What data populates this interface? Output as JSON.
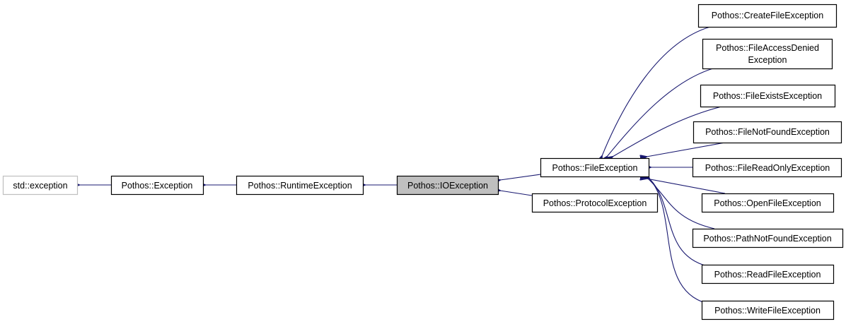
{
  "diagram": {
    "type": "inheritance",
    "nodes": {
      "std_exception": "std::exception",
      "exception": "Pothos::Exception",
      "runtime": "Pothos::RuntimeException",
      "io": "Pothos::IOException",
      "file": "Pothos::FileException",
      "protocol": "Pothos::ProtocolException",
      "create_file": "Pothos::CreateFileException",
      "file_access_denied_1": "Pothos::FileAccessDenied",
      "file_access_denied_2": "Exception",
      "file_exists": "Pothos::FileExistsException",
      "file_not_found": "Pothos::FileNotFoundException",
      "file_read_only": "Pothos::FileReadOnlyException",
      "open_file": "Pothos::OpenFileException",
      "path_not_found": "Pothos::PathNotFoundException",
      "read_file": "Pothos::ReadFileException",
      "write_file": "Pothos::WriteFileException"
    },
    "colors": {
      "edge": "#191970",
      "current_node": "#bfbfbf",
      "external_border": "#bfbfbf"
    }
  }
}
